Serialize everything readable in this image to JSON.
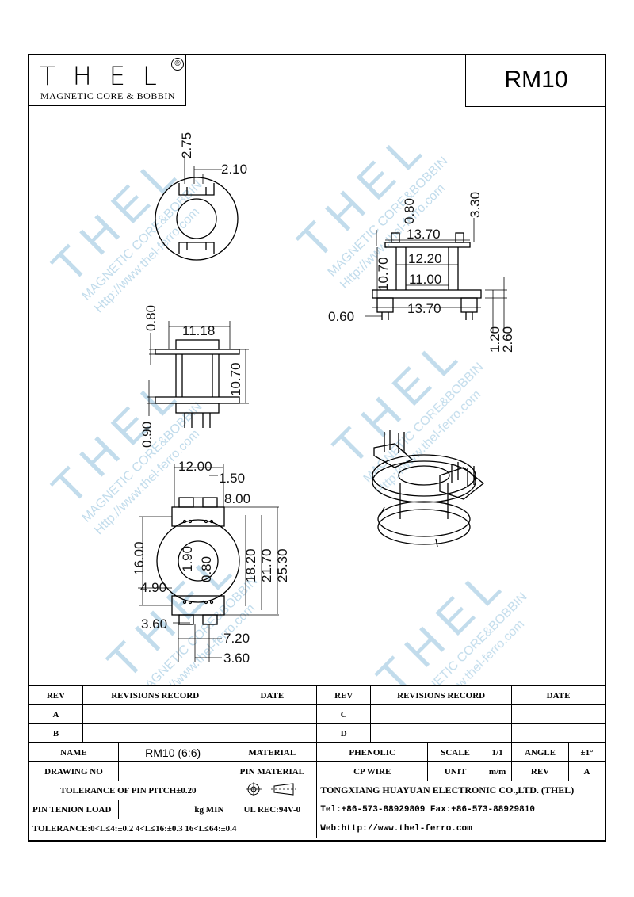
{
  "brand": {
    "logo_text": "THEL",
    "registered_mark": "®",
    "tagline": "MAGNETIC CORE & BOBBIN"
  },
  "part_number": "RM10",
  "watermark": {
    "brand": "THEL",
    "tagline": "MAGNETIC CORE&BOBBIN",
    "url": "Http://www.thel-ferro.com"
  },
  "dimensions": {
    "top_view": [
      "2.75",
      "2.10"
    ],
    "side_view_a": [
      "0.80",
      "11.18",
      "10.70",
      "0.90"
    ],
    "side_view_b": [
      "0.80",
      "3.30",
      "13.70",
      "12.20",
      "10.70",
      "11.00",
      "0.60",
      "13.70",
      "1.20",
      "2.60"
    ],
    "bottom_view": [
      "12.00",
      "1.50",
      "8.00",
      "16.00",
      "1.90",
      "0.80",
      "18.20",
      "21.70",
      "25.30",
      "4.90",
      "3.60",
      "7.20",
      "3.60"
    ]
  },
  "title_block": {
    "rev_header": "REV",
    "revisions_header": "REVISIONS RECORD",
    "date_header": "DATE",
    "rev_rows_left": [
      "A",
      "B"
    ],
    "rev_rows_right": [
      "C",
      "D"
    ],
    "name_label": "NAME",
    "name_value": "RM10 (6:6)",
    "material_label": "MATERIAL",
    "material_value": "PHENOLIC",
    "scale_label": "SCALE",
    "scale_value": "1/1",
    "angle_label": "ANGLE",
    "angle_value": "±1°",
    "drawing_no_label": "DRAWING NO",
    "drawing_no_value": "",
    "pin_material_label": "PIN MATERIAL",
    "pin_material_value": "CP WIRE",
    "unit_label": "UNIT",
    "unit_value": "m/m",
    "rev_label": "REV",
    "rev_value": "A",
    "tolerance_pin_pitch": "TOLERANCE OF PIN PITCH±0.20",
    "company": "TONGXIANG HUAYUAN ELECTRONIC CO.,LTD.  (THEL)",
    "pin_tension_label": "PIN TENION LOAD",
    "pin_tension_unit": "kg MIN",
    "ul_rating": "UL REC:94V-0",
    "tel_fax": "Tel:+86-573-88929809 Fax:+86-573-88929810",
    "tolerance": "TOLERANCE:0<L≤4:±0.2  4<L≤16:±0.3  16<L≤64:±0.4",
    "web": "Web:http://www.thel-ferro.com"
  }
}
